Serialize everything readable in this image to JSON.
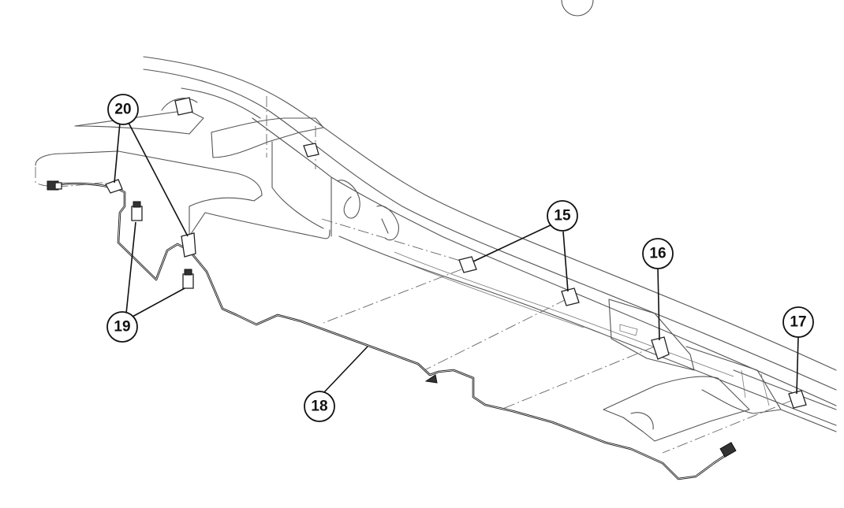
{
  "callouts": [
    {
      "id": "c15",
      "label": "15"
    },
    {
      "id": "c16",
      "label": "16"
    },
    {
      "id": "c17",
      "label": "17"
    },
    {
      "id": "c18",
      "label": "18"
    },
    {
      "id": "c19",
      "label": "19"
    },
    {
      "id": "c20",
      "label": "20"
    }
  ],
  "colors": {
    "line": "#1a1a1a",
    "frame": "#555555",
    "background": "#ffffff"
  }
}
